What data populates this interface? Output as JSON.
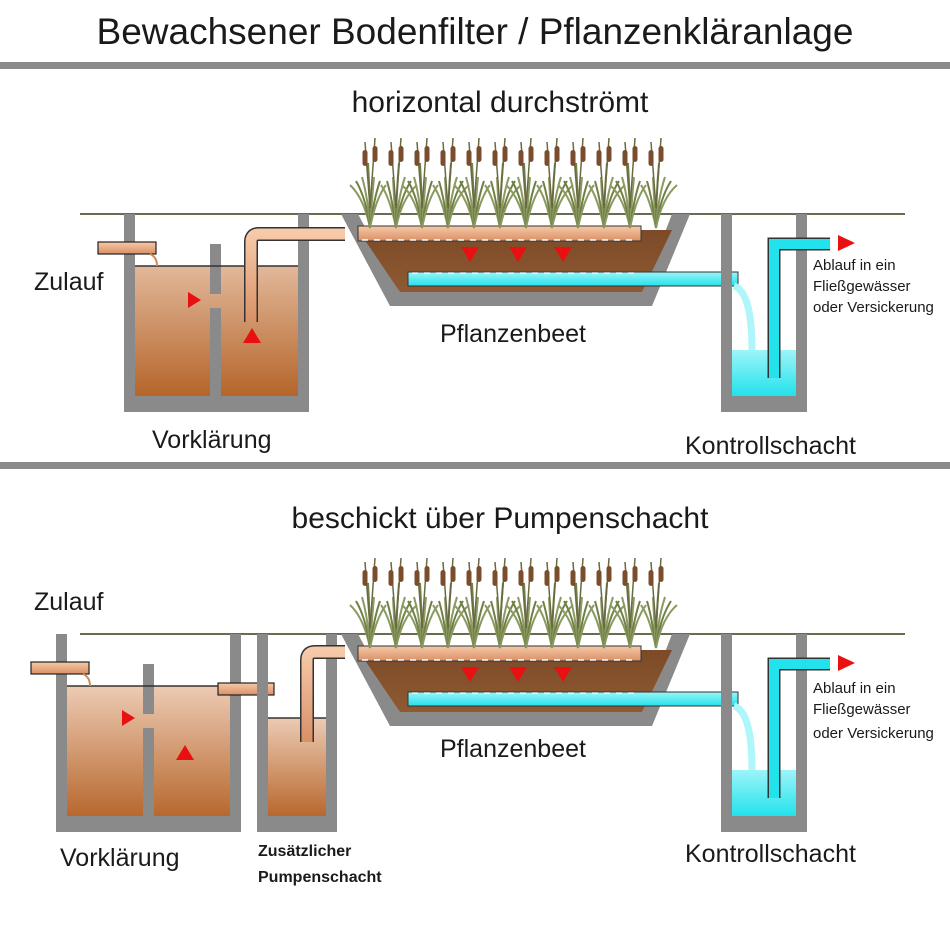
{
  "title": "Bewachsener Bodenfilter / Pflanzenkläranlage",
  "panels": [
    {
      "heading": "horizontal durchströmt",
      "inflow_label": "Zulauf",
      "pretreatment_label": "Vorklärung",
      "bed_label": "Pflanzenbeet",
      "control_shaft_label": "Kontrollschacht",
      "outflow_lines": [
        "Ablauf in ein",
        "Fließgewässer",
        "oder Versickerung"
      ]
    },
    {
      "heading": "beschickt über Pumpenschacht",
      "inflow_label": "Zulauf",
      "pretreatment_label": "Vorklärung",
      "pump_shaft_lines": [
        "Zusätzlicher",
        "Pumpenschacht"
      ],
      "bed_label": "Pflanzenbeet",
      "control_shaft_label": "Kontrollschacht",
      "outflow_lines": [
        "Ablauf in ein",
        "Fließgewässer",
        "oder Versickerung"
      ]
    }
  ],
  "colors": {
    "wastewater": "#b8764a",
    "soil": "#7a4a2a",
    "clean_water": "#2ee6ef",
    "wall": "#8a8a8a",
    "pipe": "#f0b090",
    "arrow": "#e81010",
    "reed": "#7a8a50",
    "divider": "#8a8a8a"
  }
}
